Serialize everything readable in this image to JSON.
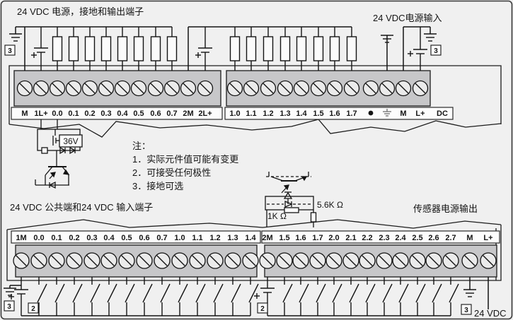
{
  "top": {
    "title_left": "24 VDC 电源，接地和输出端子",
    "title_right": "24 VDC电源输入",
    "left_terminals": [
      "M",
      "1L+",
      "0.0",
      "0.1",
      "0.2",
      "0.3",
      "0.4",
      "0.5",
      "0.6",
      "0.7",
      "2M",
      "2L+"
    ],
    "right_terminals": [
      "1.0",
      "1.1",
      "1.2",
      "1.3",
      "1.4",
      "1.5",
      "1.6",
      "1.7",
      "●",
      "⏚",
      "M",
      "L+",
      "DC"
    ]
  },
  "middle": {
    "notes_heading": "注：",
    "notes": [
      "1．实际元件值可能有变更",
      "2．可接受任何极性",
      "3．接地可选"
    ],
    "zener_value": "36V",
    "resistor1": "1K Ω",
    "resistor2": "5.6K Ω"
  },
  "bottom": {
    "title_left": "24 VDC 公共端和24 VDC 输入端子",
    "title_right": "传感器电源输出",
    "left_terminals": [
      "1M",
      "0.0",
      "0.1",
      "0.2",
      "0.3",
      "0.4",
      "0.5",
      "0.6",
      "0.7",
      "1.0",
      "1.1",
      "1.2",
      "1.3",
      "1.4"
    ],
    "right_terminals": [
      "2M",
      "1.5",
      "1.6",
      "1.7",
      "2.0",
      "2.1",
      "2.2",
      "2.3",
      "2.4",
      "2.5",
      "2.6",
      "2.7",
      "M",
      "L+"
    ],
    "supply_label": "24 VDC"
  },
  "markers": {
    "two": "2",
    "three": "3"
  }
}
